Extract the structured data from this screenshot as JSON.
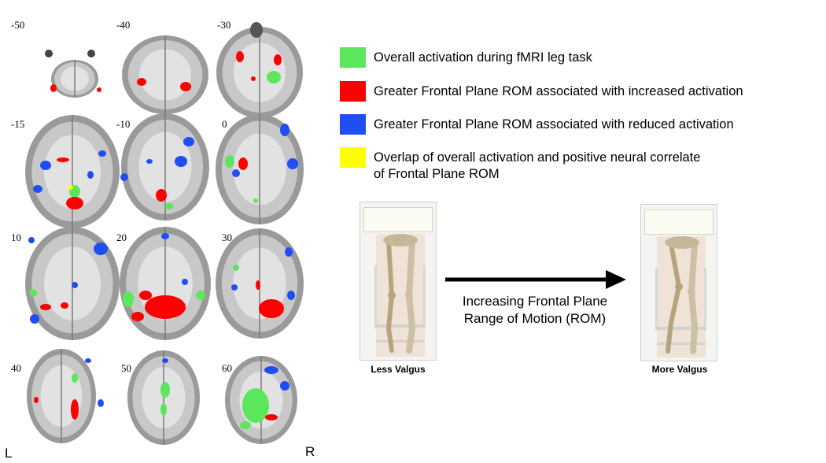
{
  "slices": [
    {
      "label": "-50"
    },
    {
      "label": "-40"
    },
    {
      "label": "-30"
    },
    {
      "label": "-15"
    },
    {
      "label": "-10"
    },
    {
      "label": "0"
    },
    {
      "label": "10"
    },
    {
      "label": "20"
    },
    {
      "label": "30"
    },
    {
      "label": "40"
    },
    {
      "label": "50"
    },
    {
      "label": "60"
    }
  ],
  "orientation": {
    "left": "L",
    "right": "R"
  },
  "legend": [
    {
      "color": "#5ce65c",
      "text": "Overall activation during fMRI leg task"
    },
    {
      "color": "#ff0000",
      "text": "Greater Frontal Plane ROM associated with increased activation"
    },
    {
      "color": "#1f4ef5",
      "text": "Greater Frontal Plane ROM associated with reduced activation"
    },
    {
      "color": "#ffff00",
      "text": "Overlap of overall activation and positive neural correlate\nof Frontal Plane ROM"
    }
  ],
  "illustration": {
    "left_caption": "Less Valgus",
    "right_caption": "More Valgus",
    "arrow_text": "Increasing Frontal Plane\nRange of Motion (ROM)"
  },
  "colors": {
    "activation": "#5ce65c",
    "increased": "#ff0000",
    "reduced": "#1f4ef5",
    "overlap": "#ffff00"
  }
}
